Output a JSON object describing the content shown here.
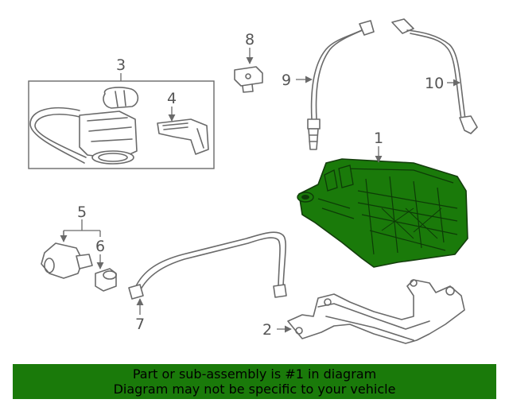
{
  "callouts": {
    "c1": "1",
    "c2": "2",
    "c3": "3",
    "c4": "4",
    "c5": "5",
    "c6": "6",
    "c7": "7",
    "c8": "8",
    "c9": "9",
    "c10": "10"
  },
  "banner": {
    "line1": "Part or sub-assembly is #1 in diagram",
    "line2": "Diagram may not be specific to your vehicle"
  },
  "colors": {
    "highlight_part": "#1a7a0a",
    "banner_background": "#1a7a0a",
    "line_art": "#6a6a6a"
  }
}
